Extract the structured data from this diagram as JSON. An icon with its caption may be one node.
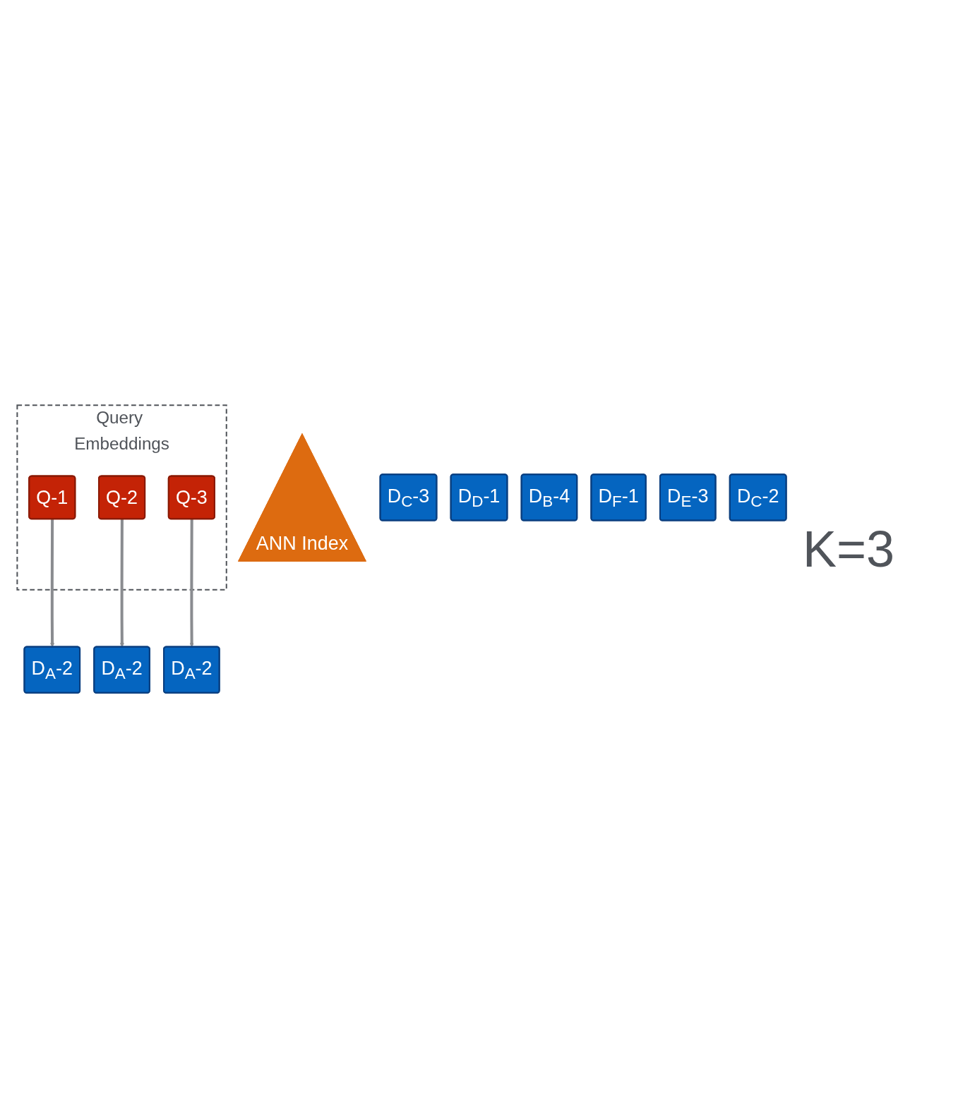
{
  "diagram": {
    "nodes": [
      {
        "text": [
          "Query Embeddings"
        ]
      },
      {
        "text": [
          "Q-1"
        ],
        "in": 0
      },
      {
        "text": [
          "Q-2"
        ],
        "in": 0
      },
      {
        "text": [
          "Q-3"
        ],
        "in": 0
      },
      {
        "text": [
          "ANN Index"
        ]
      },
      {
        "text": [
          "D$_{A}$-2"
        ]
      },
      {
        "text": [
          "D$_{A}$-2"
        ]
      },
      {
        "text": [
          "D$_{A}$-2"
        ]
      },
      {
        "text": [
          "D$_{C}$-3"
        ]
      },
      {
        "text": [
          "D$_{D}$-1"
        ]
      },
      {
        "text": [
          "D$_{B}$-4"
        ]
      },
      {
        "text": [
          "D$_{F}$-1"
        ]
      },
      {
        "text": [
          "D$_{E}$-3"
        ]
      },
      {
        "text": [
          "D$_{C}$-2"
        ]
      }
    ],
    "edges": [
      {
        "from": 1,
        "to": 5,
        "arrow": "to"
      },
      {
        "from": 2,
        "to": 6,
        "arrow": "to"
      },
      {
        "from": 3,
        "to": 7,
        "arrow": "to"
      }
    ],
    "labels": [
      "K=3"
    ]
  }
}
